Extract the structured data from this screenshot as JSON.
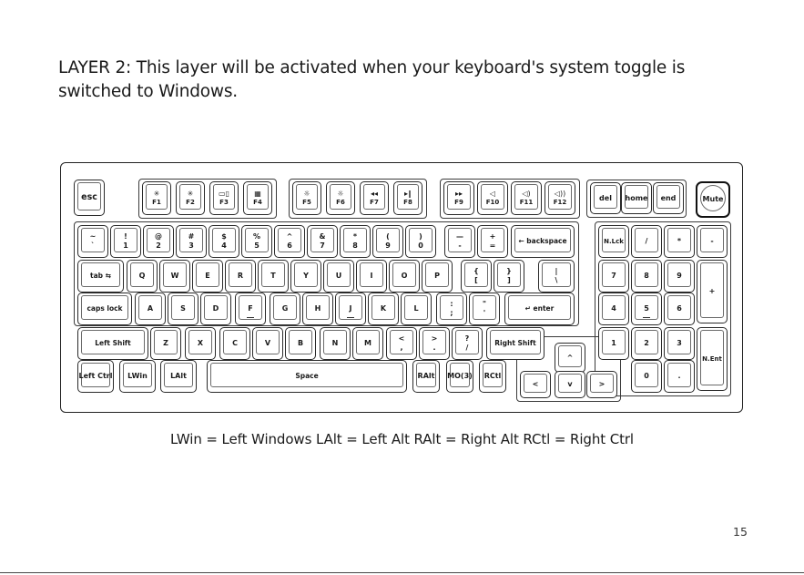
{
  "heading": "LAYER 2: This layer will be activated when your keyboard's system toggle is switched to Windows.",
  "footnote": "LWin = Left Windows   LAlt = Left Alt   RAlt = Right Alt   RCtl = Right Ctrl",
  "page_number": "15",
  "keyboard": {
    "keys": [
      {
        "name": "esc",
        "label": "esc",
        "size": "big"
      },
      {
        "name": "f1",
        "icon": "✳",
        "label": "F1"
      },
      {
        "name": "f2",
        "icon": "✳",
        "label": "F2"
      },
      {
        "name": "f3",
        "icon": "▭▯",
        "label": "F3"
      },
      {
        "name": "f4",
        "icon": "▦",
        "label": "F4"
      },
      {
        "name": "f5",
        "icon": "☼",
        "label": "F5"
      },
      {
        "name": "f6",
        "icon": "☼",
        "label": "F6"
      },
      {
        "name": "f7",
        "icon": "◂◂",
        "label": "F7"
      },
      {
        "name": "f8",
        "icon": "▸‖",
        "label": "F8"
      },
      {
        "name": "f9",
        "icon": "▸▸",
        "label": "F9"
      },
      {
        "name": "f10",
        "icon": "◁",
        "label": "F10"
      },
      {
        "name": "f11",
        "icon": "◁)",
        "label": "F11"
      },
      {
        "name": "f12",
        "icon": "◁))",
        "label": "F12"
      },
      {
        "name": "del",
        "label": "del"
      },
      {
        "name": "home",
        "label": "home"
      },
      {
        "name": "end",
        "label": "end"
      },
      {
        "name": "mute",
        "label": "Mute"
      },
      {
        "name": "grave",
        "top": "~",
        "bottom": "`"
      },
      {
        "name": "1",
        "top": "!",
        "bottom": "1"
      },
      {
        "name": "2",
        "top": "@",
        "bottom": "2"
      },
      {
        "name": "3",
        "top": "#",
        "bottom": "3"
      },
      {
        "name": "4",
        "top": "$",
        "bottom": "4"
      },
      {
        "name": "5",
        "top": "%",
        "bottom": "5"
      },
      {
        "name": "6",
        "top": "^",
        "bottom": "6"
      },
      {
        "name": "7",
        "top": "&",
        "bottom": "7"
      },
      {
        "name": "8",
        "top": "*",
        "bottom": "8"
      },
      {
        "name": "9",
        "top": "(",
        "bottom": "9"
      },
      {
        "name": "0",
        "top": ")",
        "bottom": "0"
      },
      {
        "name": "minus",
        "top": "—",
        "bottom": "-"
      },
      {
        "name": "equal",
        "top": "+",
        "bottom": "="
      },
      {
        "name": "backspace",
        "label": "← backspace"
      },
      {
        "name": "num-lock",
        "label": "N.Lck"
      },
      {
        "name": "num-slash",
        "label": "/"
      },
      {
        "name": "num-star",
        "label": "*"
      },
      {
        "name": "num-minus",
        "label": "-"
      },
      {
        "name": "tab",
        "label": "tab ⇆"
      },
      {
        "name": "q",
        "label": "Q"
      },
      {
        "name": "w",
        "label": "W"
      },
      {
        "name": "e",
        "label": "E"
      },
      {
        "name": "r",
        "label": "R"
      },
      {
        "name": "t",
        "label": "T"
      },
      {
        "name": "y",
        "label": "Y"
      },
      {
        "name": "u",
        "label": "U"
      },
      {
        "name": "i",
        "label": "I"
      },
      {
        "name": "o",
        "label": "O"
      },
      {
        "name": "p",
        "label": "P"
      },
      {
        "name": "lbracket",
        "top": "{",
        "bottom": "["
      },
      {
        "name": "rbracket",
        "top": "}",
        "bottom": "]"
      },
      {
        "name": "backslash",
        "top": "|",
        "bottom": "\\"
      },
      {
        "name": "num-7",
        "label": "7"
      },
      {
        "name": "num-8",
        "label": "8"
      },
      {
        "name": "num-9",
        "label": "9"
      },
      {
        "name": "num-plus",
        "label": "+"
      },
      {
        "name": "caps-lock",
        "label": "caps lock"
      },
      {
        "name": "a",
        "label": "A"
      },
      {
        "name": "s",
        "label": "S"
      },
      {
        "name": "d",
        "label": "D"
      },
      {
        "name": "f",
        "label": "F"
      },
      {
        "name": "g",
        "label": "G"
      },
      {
        "name": "h",
        "label": "H"
      },
      {
        "name": "j",
        "label": "J"
      },
      {
        "name": "k",
        "label": "K"
      },
      {
        "name": "l",
        "label": "L"
      },
      {
        "name": "semicolon",
        "top": ":",
        "bottom": ";"
      },
      {
        "name": "quote",
        "top": "\"",
        "bottom": "'"
      },
      {
        "name": "enter",
        "label": "↵ enter"
      },
      {
        "name": "num-4",
        "label": "4"
      },
      {
        "name": "num-5",
        "label": "5"
      },
      {
        "name": "num-6",
        "label": "6"
      },
      {
        "name": "left-shift",
        "label": "Left Shift"
      },
      {
        "name": "z",
        "label": "Z"
      },
      {
        "name": "x",
        "label": "X"
      },
      {
        "name": "c",
        "label": "C"
      },
      {
        "name": "v",
        "label": "V"
      },
      {
        "name": "b",
        "label": "B"
      },
      {
        "name": "n",
        "label": "N"
      },
      {
        "name": "m",
        "label": "M"
      },
      {
        "name": "comma",
        "top": "<",
        "bottom": ","
      },
      {
        "name": "period",
        "top": ">",
        "bottom": "."
      },
      {
        "name": "slash",
        "top": "?",
        "bottom": "/"
      },
      {
        "name": "right-shift",
        "label": "Right Shift"
      },
      {
        "name": "arrow-up",
        "label": "^"
      },
      {
        "name": "num-1",
        "label": "1"
      },
      {
        "name": "num-2",
        "label": "2"
      },
      {
        "name": "num-3",
        "label": "3"
      },
      {
        "name": "num-enter",
        "label": "N.Ent"
      },
      {
        "name": "left-ctrl",
        "label": "Left Ctrl"
      },
      {
        "name": "lwin",
        "label": "LWin"
      },
      {
        "name": "lalt",
        "label": "LAlt"
      },
      {
        "name": "space",
        "label": "Space"
      },
      {
        "name": "ralt",
        "label": "RAlt"
      },
      {
        "name": "mo3",
        "label": "MO(3)"
      },
      {
        "name": "rctl",
        "label": "RCtl"
      },
      {
        "name": "arrow-left",
        "label": "<"
      },
      {
        "name": "arrow-down",
        "label": "v"
      },
      {
        "name": "arrow-right",
        "label": ">"
      },
      {
        "name": "num-0",
        "label": "0"
      },
      {
        "name": "num-dot",
        "label": "."
      }
    ]
  }
}
